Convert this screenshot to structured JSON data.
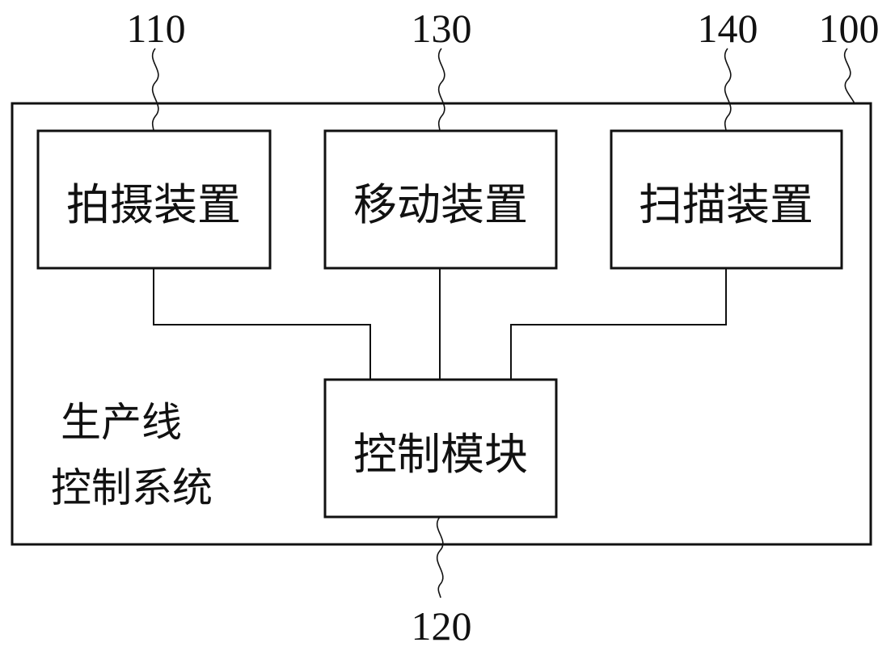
{
  "system": {
    "ref": "100",
    "label_line1": "生产线",
    "label_line2": "控制系统"
  },
  "boxes": {
    "camera": {
      "ref": "110",
      "label": "拍摄装置"
    },
    "control": {
      "ref": "120",
      "label": "控制模块"
    },
    "mover": {
      "ref": "130",
      "label": "移动装置"
    },
    "scanner": {
      "ref": "140",
      "label": "扫描装置"
    }
  }
}
